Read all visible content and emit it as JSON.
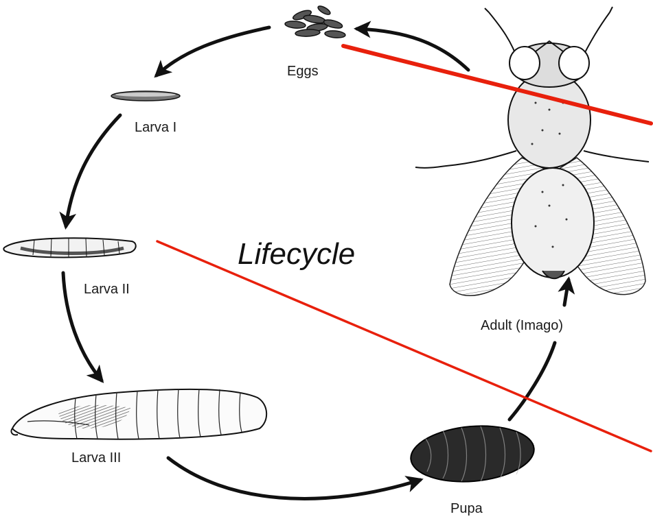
{
  "diagram": {
    "title": "Lifecycle",
    "stages": {
      "eggs": "Eggs",
      "larva1": "Larva I",
      "larva2": "Larva II",
      "larva3": "Larva III",
      "pupa": "Pupa",
      "adult": "Adult (Imago)"
    },
    "colors": {
      "ink": "#111111",
      "annotation_lines": "#e8200c"
    }
  }
}
